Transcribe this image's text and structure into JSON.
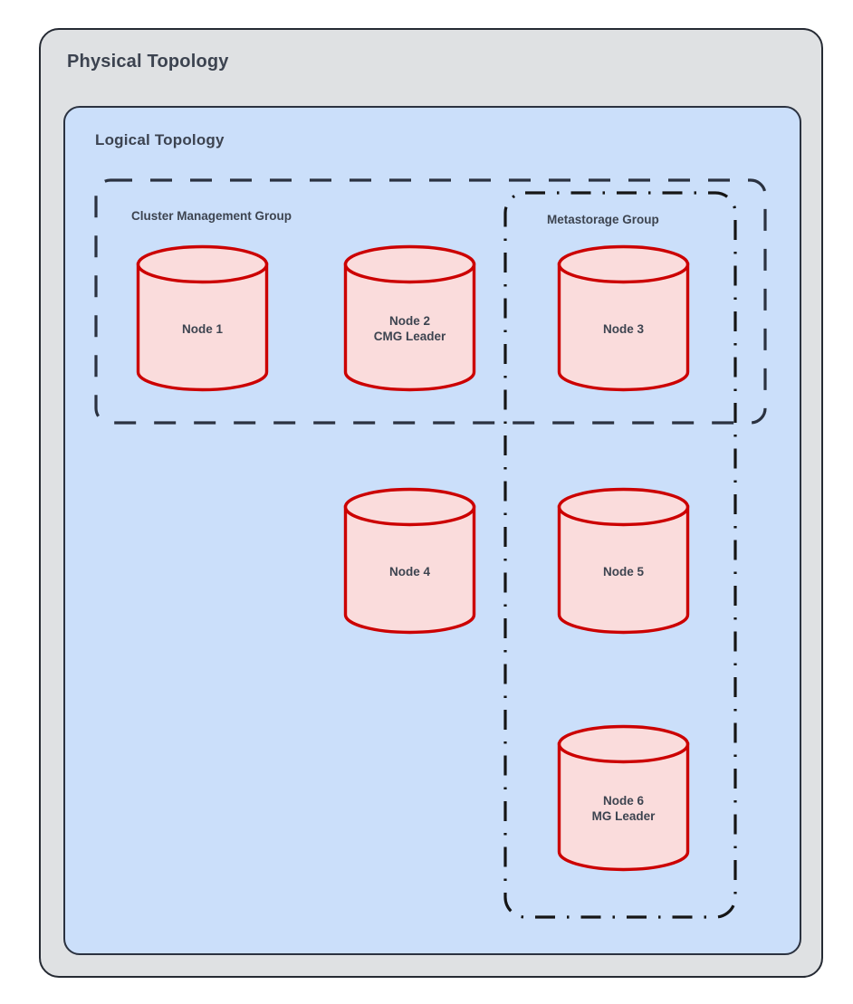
{
  "diagram": {
    "physical": {
      "title": "Physical Topology",
      "fill": "#dfe1e3",
      "stroke": "#252a33"
    },
    "logical": {
      "title": "Logical Topology",
      "fill": "#cbdffa",
      "stroke": "#2b3240"
    },
    "groups": [
      {
        "id": "cluster-management-group",
        "label": "Cluster Management Group",
        "border_style": "dashed",
        "stroke": "#2b3240",
        "members": [
          "Node 1",
          "Node 2",
          "Node 3"
        ]
      },
      {
        "id": "metastorage-group",
        "label": "Metastorage Group",
        "border_style": "dash-dot",
        "stroke": "#151515",
        "members": [
          "Node 3",
          "Node 5",
          "Node 6"
        ]
      }
    ],
    "nodes": [
      {
        "id": "node-1",
        "line1": "Node 1",
        "line2": ""
      },
      {
        "id": "node-2",
        "line1": "Node 2",
        "line2": "CMG Leader"
      },
      {
        "id": "node-3",
        "line1": "Node 3",
        "line2": ""
      },
      {
        "id": "node-4",
        "line1": "Node 4",
        "line2": ""
      },
      {
        "id": "node-5",
        "line1": "Node 5",
        "line2": ""
      },
      {
        "id": "node-6",
        "line1": "Node 6",
        "line2": "MG Leader"
      }
    ],
    "node_style": {
      "fill": "#fadcdc",
      "stroke": "#cc0000",
      "text_color": "#3d4450"
    }
  }
}
